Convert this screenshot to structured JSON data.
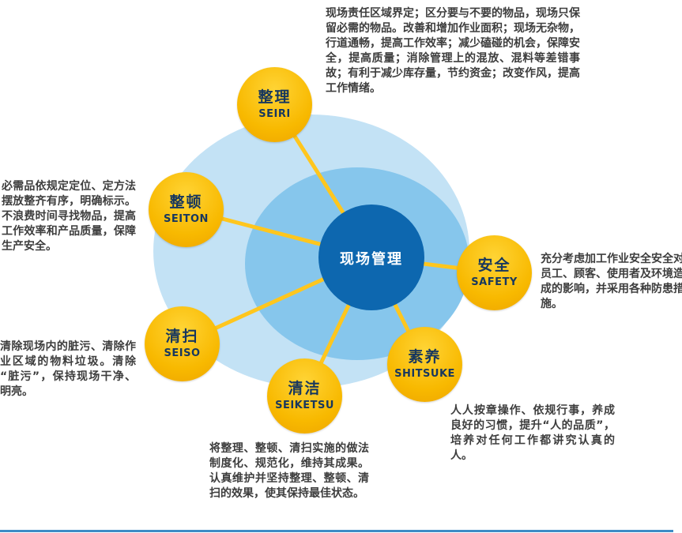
{
  "center": {
    "label": "现场管理"
  },
  "nodes": [
    {
      "zh": "整理",
      "en": "SEIRI"
    },
    {
      "zh": "整顿",
      "en": "SEITON"
    },
    {
      "zh": "清扫",
      "en": "SEISO"
    },
    {
      "zh": "清洁",
      "en": "SEIKETSU"
    },
    {
      "zh": "素养",
      "en": "SHITSUKE"
    },
    {
      "zh": "安全",
      "en": "SAFETY"
    }
  ],
  "descriptions": {
    "seiri": "现场责任区域界定；区分要与不要的物品，现场只保留必需的物品。改善和增加作业面积；现场无杂物，行道通畅，提高工作效率；减少磕碰的机会，保障安全，提高质量；消除管理上的混放、混料等差错事故；有利于减少库存量，节约资金；改变作风，提高工作情绪。",
    "seiton": "必需品依规定定位、定方法摆放整齐有序，明确标示。不浪费时间寻找物品，提高工作效率和产品质量，保障生产安全。",
    "seiso": "清除现场内的脏污、清除作业区域的物料垃圾。清除“脏污”，保持现场干净、明亮。",
    "seiketsu": "将整理、整顿、清扫实施的做法制度化、规范化，维持其成果。认真维护并坚持整理、整顿、清扫的效果，使其保持最佳状态。",
    "shitsuke": "人人按章操作、依规行事，养成良好的习惯，提升“人的品质”，培养对任何工作都讲究认真的人。",
    "safety": "充分考虑加工作业安全安全对员工、顾客、使用者及环境造成的影响，并采用各种防患措施。"
  },
  "colors": {
    "ring_outer": "#C3E2F5",
    "ring_middle": "#86C6EC",
    "center_circle": "#0D67AF",
    "connector": "#FFC61E",
    "node_fill": "#F8B900",
    "node_text": "#17375E",
    "bottom_rule": "#3D8CC6"
  }
}
